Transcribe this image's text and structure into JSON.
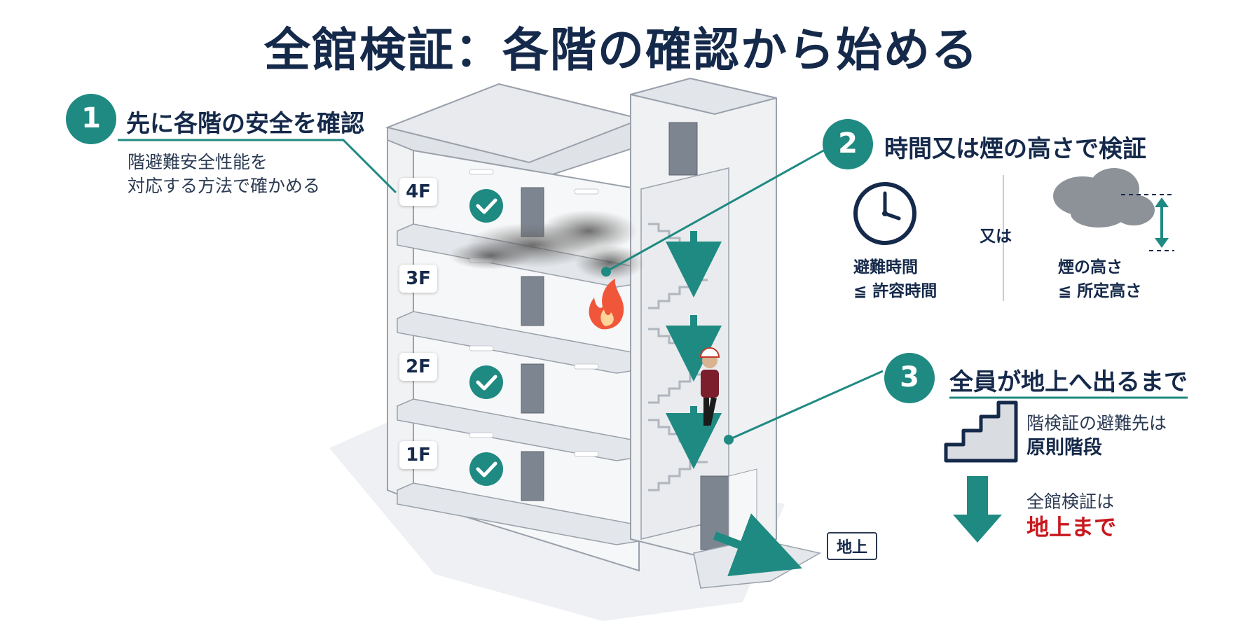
{
  "title": "全館検証：各階の確認から始める",
  "step1": {
    "number": "1",
    "heading": "先に各階の安全を確認",
    "lines": [
      "階避難安全性能を",
      "対応する方法で確かめる"
    ]
  },
  "step2": {
    "number": "2",
    "heading": "時間又は煙の高さで検証",
    "or_label": "又は",
    "left_label": [
      "避難時間",
      "≦ 許容時間"
    ],
    "right_label": [
      "煙の高さ",
      "≦ 所定高さ"
    ]
  },
  "step3": {
    "number": "3",
    "heading": "全員が地上へ出るまで",
    "stair_text": [
      "階検証の避難先は",
      "原則階段"
    ],
    "full_text": [
      "全館検証は",
      "地上まで"
    ]
  },
  "floors": [
    "4F",
    "3F",
    "2F",
    "1F"
  ],
  "ground_label": "地上",
  "colors": {
    "teal": "#1f8a82",
    "navy": "#15294a",
    "red": "#c8181e"
  },
  "icons": [
    "check-icon",
    "fire-icon",
    "clock-icon",
    "smoke-icon",
    "arrow-icon",
    "stairs-icon"
  ]
}
